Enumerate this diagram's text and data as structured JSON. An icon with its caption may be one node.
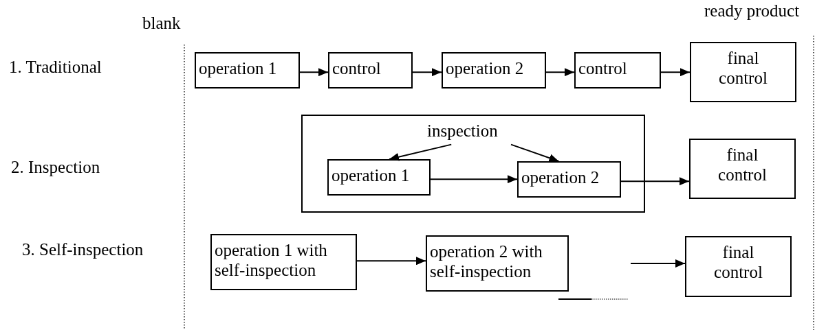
{
  "diagram": {
    "nodes": [
      {
        "text": [
          "operation 1"
        ]
      },
      {
        "text": [
          "control"
        ]
      },
      {
        "text": [
          "operation 2"
        ]
      },
      {
        "text": [
          "control"
        ]
      },
      {
        "text": [
          "final control"
        ]
      },
      {
        "text": [],
        "shape": "box"
      },
      {
        "text": [
          "inspection"
        ],
        "in": 5
      },
      {
        "text": [
          "operation 1"
        ],
        "in": 5
      },
      {
        "text": [
          "operation 2"
        ],
        "in": 5
      },
      {
        "text": [
          "final control"
        ]
      },
      {
        "text": [
          "operation 1 with self-inspection"
        ]
      },
      {
        "text": [
          "operation 2 with self-inspection"
        ]
      },
      {
        "text": [
          "final control"
        ]
      }
    ],
    "edges": [
      {
        "from": 0,
        "to": 1,
        "arrow": "to"
      },
      {
        "from": 1,
        "to": 2,
        "arrow": "to"
      },
      {
        "from": 2,
        "to": 3,
        "arrow": "to"
      },
      {
        "from": 3,
        "to": 4,
        "arrow": "to"
      },
      {
        "from": 6,
        "to": 7,
        "arrow": "to"
      },
      {
        "from": 6,
        "to": 8,
        "arrow": "to"
      },
      {
        "from": 7,
        "to": 8,
        "arrow": "to"
      },
      {
        "from": 8,
        "to": 9,
        "arrow": "to"
      },
      {
        "from": 10,
        "to": 11,
        "arrow": "to"
      },
      {
        "from": null,
        "to": 12,
        "arrow": "to"
      }
    ],
    "labels": [
      "blank",
      "ready product",
      "1. Traditional",
      "2. Inspection",
      "3. Self-inspection"
    ]
  }
}
